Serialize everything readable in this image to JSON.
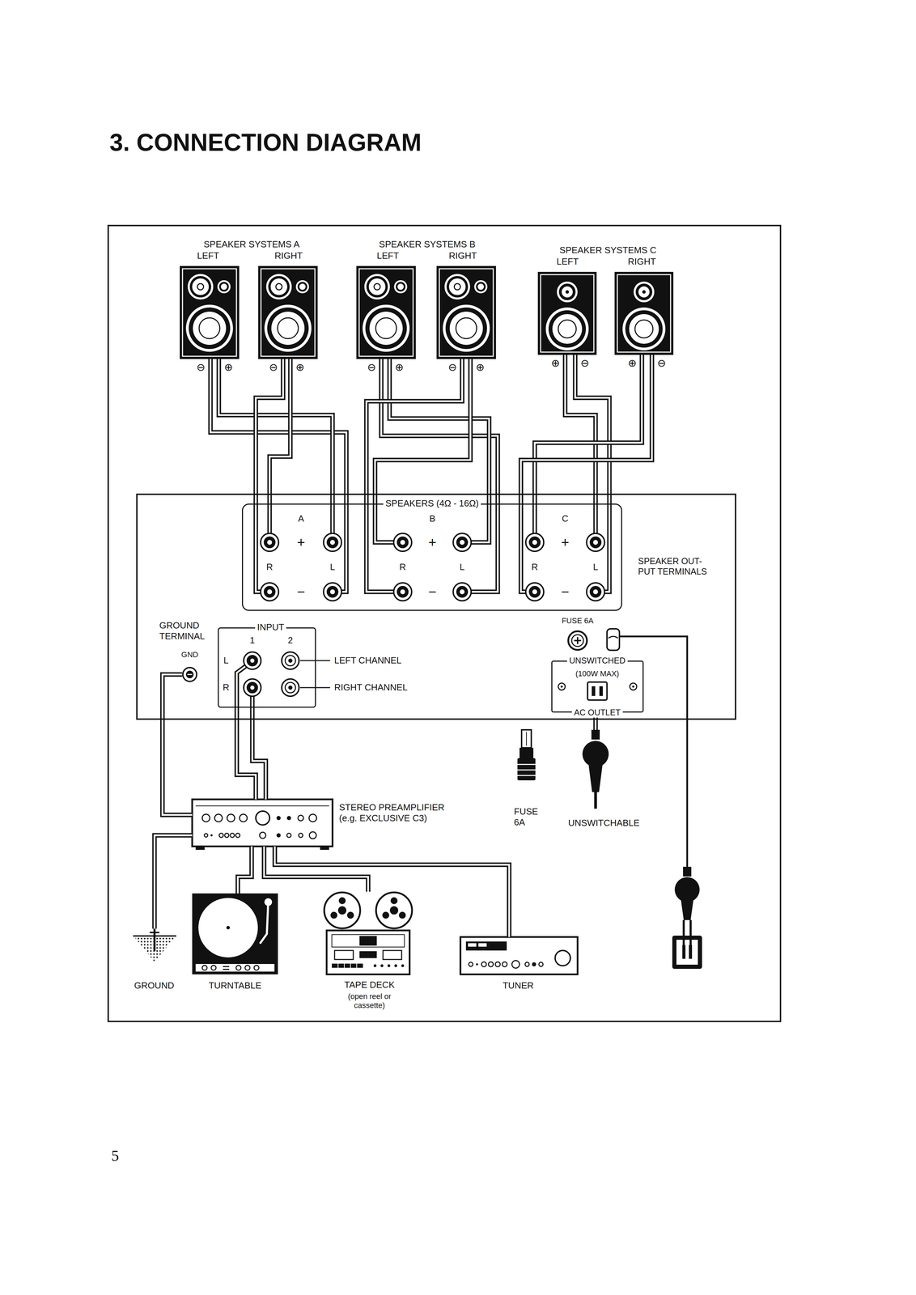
{
  "diagram": {
    "title": "3. CONNECTION DIAGRAM",
    "nodes": [
      {
        "text": [
          "LEFT"
        ]
      },
      {
        "text": [
          "RIGHT"
        ]
      },
      {
        "text": [
          "LEFT"
        ]
      },
      {
        "text": [
          "RIGHT"
        ]
      },
      {
        "text": [
          "LEFT"
        ]
      },
      {
        "text": [
          "RIGHT"
        ]
      },
      {
        "text": [
          "SPEAKER OUT- PUT TERMINALS"
        ]
      },
      {
        "text": [
          "SPEAKERS (4Ω - 16Ω)"
        ],
        "in": 6
      },
      {
        "text": [
          "GROUND TERMINAL",
          "GND"
        ],
        "in": 6
      },
      {
        "text": [
          "INPUT"
        ],
        "in": 6
      },
      {
        "text": [
          "UNSWITCHED",
          "(100W MAX)",
          "AC OUTLET"
        ],
        "in": 6
      },
      {
        "text": [
          "STEREO PREAMPLIFIER (e.g. EXCLUSIVE C3)"
        ]
      },
      {
        "text": [
          "FUSE 6A"
        ]
      },
      {
        "text": [
          "UNSWITCHABLE"
        ]
      },
      {
        "text": [
          "GROUND"
        ]
      },
      {
        "text": [
          "TURNTABLE"
        ]
      },
      {
        "text": [
          "TAPE DECK",
          "(open reel or cassette)"
        ]
      },
      {
        "text": [
          "TUNER"
        ]
      }
    ],
    "edges": [
      {
        "from": 0,
        "to": 7,
        "arrow": "none"
      },
      {
        "from": 0,
        "to": 7,
        "arrow": "none"
      },
      {
        "from": 1,
        "to": 7,
        "arrow": "none"
      },
      {
        "from": 1,
        "to": 7,
        "arrow": "none"
      },
      {
        "from": 2,
        "to": 7,
        "arrow": "none"
      },
      {
        "from": 2,
        "to": 7,
        "arrow": "none"
      },
      {
        "from": 3,
        "to": 7,
        "arrow": "none"
      },
      {
        "from": 3,
        "to": 7,
        "arrow": "none"
      },
      {
        "from": 4,
        "to": 7,
        "arrow": "none"
      },
      {
        "from": 4,
        "to": 7,
        "arrow": "none"
      },
      {
        "from": 5,
        "to": 7,
        "arrow": "none"
      },
      {
        "from": 5,
        "to": 7,
        "arrow": "none"
      },
      {
        "from": 11,
        "to": 9,
        "arrow": "none"
      },
      {
        "from": 11,
        "to": 9,
        "arrow": "none"
      },
      {
        "from": 11,
        "to": 8,
        "arrow": "none"
      },
      {
        "from": 11,
        "to": 14,
        "arrow": "none"
      },
      {
        "from": 11,
        "to": 15,
        "arrow": "none"
      },
      {
        "from": 11,
        "to": 16,
        "arrow": "none"
      },
      {
        "from": 11,
        "to": 17,
        "arrow": "none"
      },
      {
        "from": 13,
        "to": 10,
        "arrow": "none"
      }
    ],
    "labels": [
      "SPEAKER SYSTEMS A",
      "SPEAKER SYSTEMS B",
      "SPEAKER SYSTEMS C",
      "⊖",
      "⊕",
      "⊖",
      "⊕",
      "⊖",
      "⊕",
      "⊖",
      "⊕",
      "⊕",
      "⊖",
      "⊕",
      "⊖",
      "A",
      "B",
      "C",
      "+",
      "+",
      "+",
      "R",
      "L",
      "R",
      "L",
      "R",
      "L",
      "−",
      "−",
      "−",
      "FUSE 6A",
      "1",
      "2",
      "L",
      "R",
      "LEFT CHANNEL",
      "RIGHT CHANNEL",
      "5"
    ]
  }
}
